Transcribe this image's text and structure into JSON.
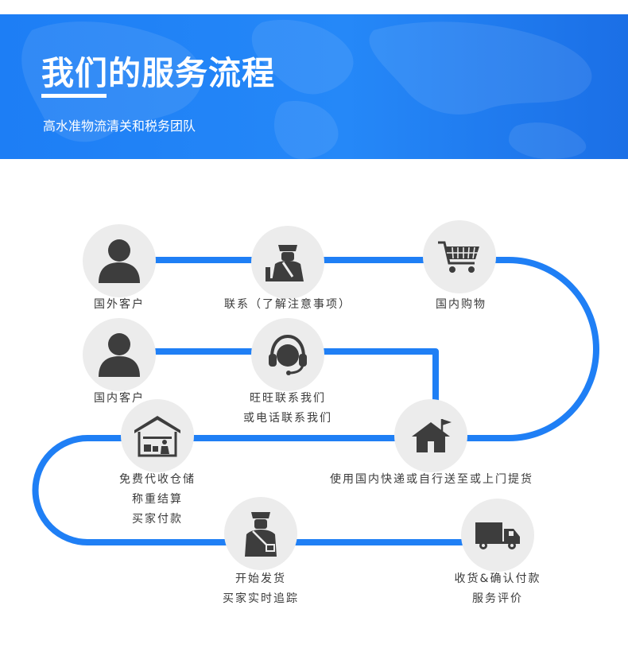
{
  "banner": {
    "title": "我们的服务流程",
    "subtitle": "高水准物流清关和税务团队"
  },
  "colors": {
    "banner_blue": "#2385f7",
    "path_blue": "#1f7ff5",
    "circle_gray": "#ececec",
    "icon_dark": "#3d3d3d"
  },
  "steps": [
    {
      "icon": "foreign-customer-person-icon",
      "lines": [
        "国外客户"
      ]
    },
    {
      "icon": "officer-at-desk-icon",
      "lines": [
        "联系（了解注意事项）"
      ]
    },
    {
      "icon": "shopping-cart-icon",
      "lines": [
        "国内购物"
      ]
    },
    {
      "icon": "domestic-customer-person-icon",
      "lines": [
        "国内客户"
      ]
    },
    {
      "icon": "headset-support-icon",
      "lines": [
        "旺旺联系我们",
        "或电话联系我们"
      ]
    },
    {
      "icon": "house-with-flag-icon",
      "lines": [
        "使用国内快递或自行送至或上门提货"
      ]
    },
    {
      "icon": "warehouse-icon",
      "lines": [
        "免费代收仓储",
        "称重结算",
        "买家付款"
      ]
    },
    {
      "icon": "courier-with-bag-icon",
      "lines": [
        "开始发货",
        "买家实时追踪"
      ]
    },
    {
      "icon": "delivery-truck-icon",
      "lines": [
        "收货&确认付款",
        "服务评价"
      ]
    }
  ]
}
